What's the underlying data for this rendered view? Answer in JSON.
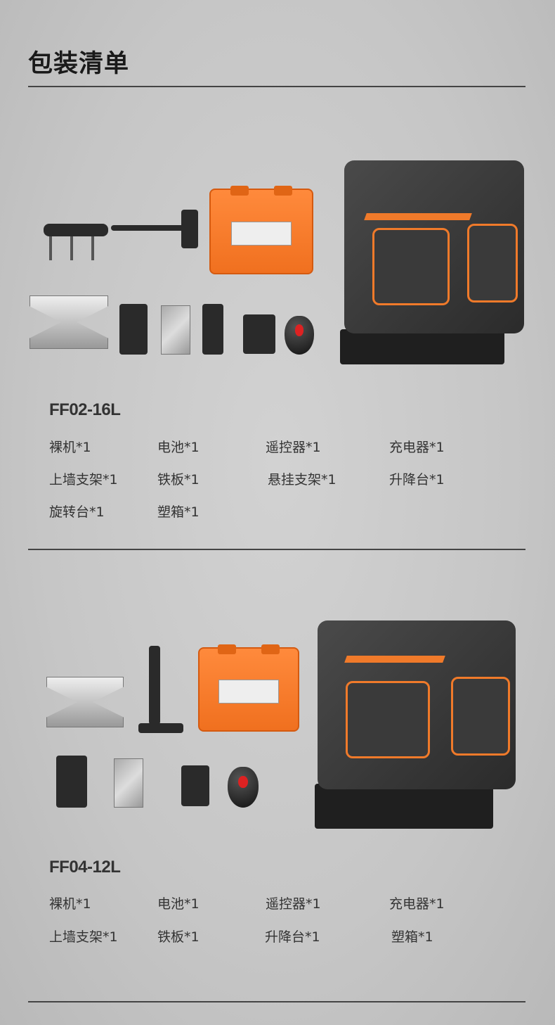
{
  "page_title": "包装清单",
  "packages": [
    {
      "model": "FF02-16L",
      "items": [
        "裸机*1",
        "电池*1",
        "遥控器*1",
        "充电器*1",
        "上墙支架*1",
        "铁板*1",
        "悬挂支架*1",
        "升降台*1",
        "旋转台*1",
        "塑箱*1"
      ]
    },
    {
      "model": "FF04-12L",
      "items": [
        "裸机*1",
        "电池*1",
        "遥控器*1",
        "充电器*1",
        "上墙支架*1",
        "铁板*1",
        "升降台*1",
        "塑箱*1"
      ]
    }
  ],
  "colors": {
    "accent": "#f07a2a",
    "text": "#333333",
    "rule": "#444444"
  }
}
